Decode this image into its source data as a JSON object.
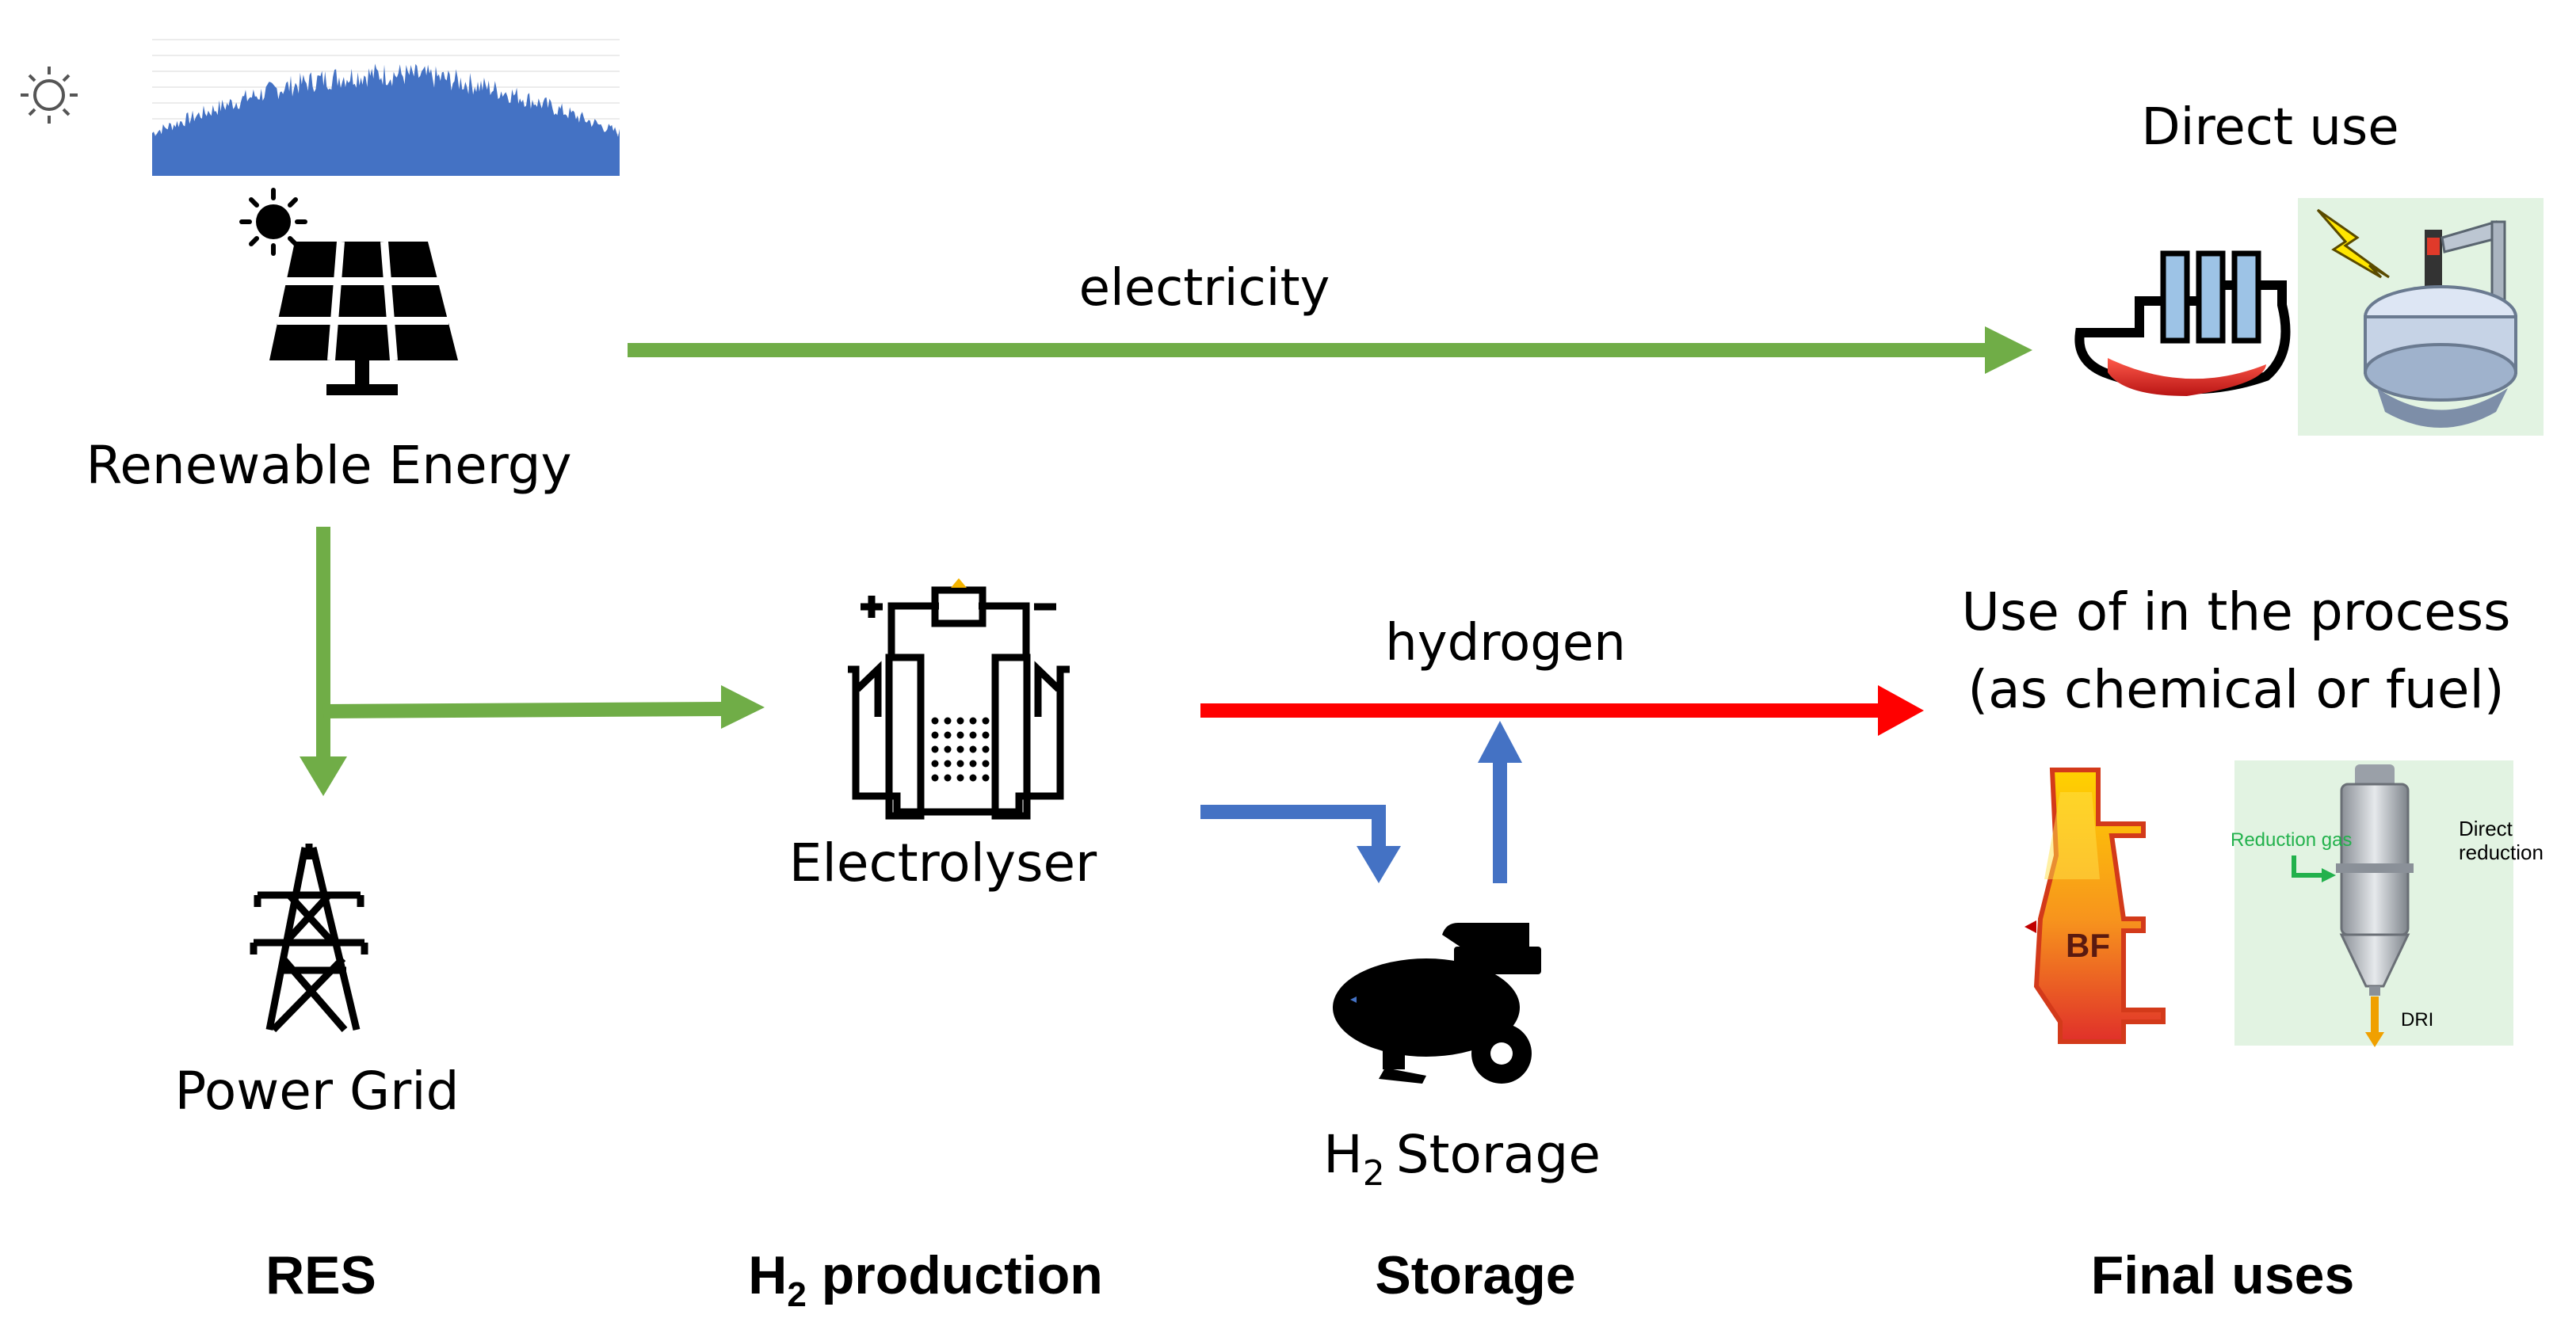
{
  "nodes": {
    "renewable": "Renewable Energy",
    "grid": "Power Grid",
    "electrolyser": "Electrolyser",
    "storage_sub": "2",
    "storage_main": "Storage",
    "storage_pre": "H",
    "direct_use": "Direct use",
    "process_line1": "Use of in the process",
    "process_line2": "(as chemical or fuel)"
  },
  "flows": {
    "electricity": "electricity",
    "hydrogen": "hydrogen"
  },
  "columns": {
    "res": "RES",
    "h2_pre": "H",
    "h2_sub": "2",
    "h2_post": " production",
    "storage": "Storage",
    "final": "Final uses"
  },
  "illustrations": {
    "bf_label": "BF",
    "reduction_gas": "Reduction gas",
    "direct_reduction_1": "Direct",
    "direct_reduction_2": "reduction",
    "dri": "DRI"
  },
  "colors": {
    "electricity": "#70ad47",
    "hydrogen": "#ff0000",
    "storage_flow": "#4472c4",
    "solar_profile": "#4472c4"
  }
}
